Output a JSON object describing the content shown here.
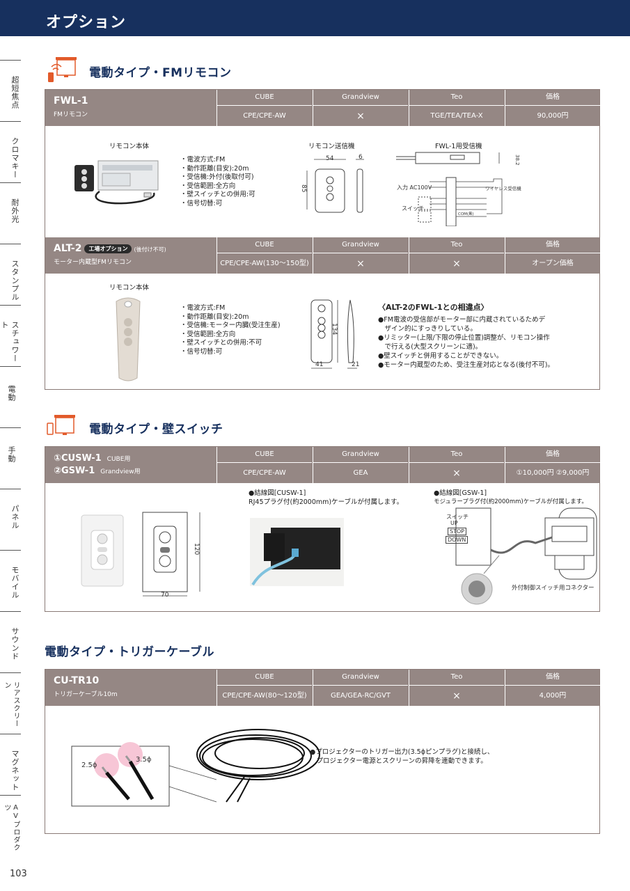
{
  "page": {
    "title": "オプション",
    "number": "103"
  },
  "nav": [
    "超短焦点",
    "クロマキー",
    "耐外光",
    "スタンプル",
    "スチュワート",
    "電動",
    "手動",
    "パネル",
    "モバイル",
    "サウンド",
    "リアスクリーン",
    "マグネット",
    "AVプロダクツ"
  ],
  "columns": [
    "CUBE",
    "Grandview",
    "Teo",
    "価格"
  ],
  "sections": {
    "remote": "電動タイプ・FMリモコン",
    "wall": "電動タイプ・壁スイッチ",
    "trigger": "電動タイプ・トリガーケーブル"
  },
  "fwl1": {
    "code": "FWL-1",
    "sub": "FMリモコン",
    "values": [
      "CPE/CPE-AW",
      "×",
      "TGE/TEA/TEA-X",
      "90,000円"
    ],
    "cap_body": "リモコン本体",
    "cap_tx": "リモコン送信機",
    "cap_rx": "FWL-1用受信機",
    "specs": [
      "・電波方式:FM",
      "・動作距離(目安):20m",
      "・受信機:外付(後取付可)",
      "・受信範囲:全方向",
      "・壁スイッチとの併用:可",
      "・信号切替:可"
    ],
    "dims": {
      "w": "54",
      "d": "6",
      "h": "85",
      "rx_h": "38.2"
    },
    "wiring": {
      "input": "入力 AC100V",
      "switch": "スイッチ",
      "wireless": "ワイヤレス受信機",
      "com": "COM(黒)"
    }
  },
  "alt2": {
    "code": "ALT-2",
    "badge": "工場オプション",
    "badge_note": "(後付け不可)",
    "sub": "モーター内蔵型FMリモコン",
    "values": [
      "CPE/CPE-AW(130〜150型)",
      "×",
      "×",
      "オープン価格"
    ],
    "cap_body": "リモコン本体",
    "specs": [
      "・電波方式:FM",
      "・動作距離(目安):20m",
      "・受信機:モーター内臓(受注生産)",
      "・受信範囲:全方向",
      "・壁スイッチとの併用:不可",
      "・信号切替:可"
    ],
    "dims": {
      "w": "41",
      "d": "21",
      "h": "134"
    },
    "diff_title": "〈ALT-2のFWL-1との相違点〉",
    "diffs": [
      "●FM電波の受信部がモーター部に内蔵されているためデ",
      "　ザイン的にすっきりしている。",
      "●リミッター(上限/下限の停止位置)調整が、リモコン操作",
      "　で行える(大型スクリーンに適)。",
      "●壁スイッチと併用することができない。",
      "●モーター内蔵型のため、受注生産対応となる(後付不可)。"
    ]
  },
  "cusw": {
    "line1": "①CUSW-1",
    "line1_sub": "CUBE用",
    "line2": "②GSW-1",
    "line2_sub": "Grandview用",
    "values": [
      "CPE/CPE-AW",
      "GEA",
      "×",
      "①10,000円 ②9,000円"
    ],
    "dims": {
      "w": "70",
      "h": "120"
    },
    "cusw_title": "●結線図[CUSW-1]",
    "cusw_note": "RJ45プラグ付(約2000mm)ケーブルが付属します。",
    "gsw_title": "●結線図[GSW-1]",
    "gsw_note": "モジュラープラグ付(約2000mm)ケーブルが付属します。",
    "gsw_labels": [
      "スイッチ",
      "UP",
      "STOP",
      "DOWN"
    ],
    "connector": "外付制御スイッチ用コネクター"
  },
  "cutr": {
    "code": "CU-TR10",
    "sub": "トリガーケーブル10m",
    "values": [
      "CPE/CPE-AW(80〜120型)",
      "GEA/GEA-RC/GVT",
      "×",
      "4,000円"
    ],
    "plug_a": "2.5ϕ",
    "plug_b": "3.5ϕ",
    "note": [
      "●プロジェクターのトリガー出力(3.5ϕピンプラグ)と接続し、",
      "　プロジェクター電源とスクリーンの昇降を連動できます。"
    ]
  },
  "colors": {
    "navy": "#17305e",
    "header": "#958784",
    "pink": "#f7c6d6"
  }
}
